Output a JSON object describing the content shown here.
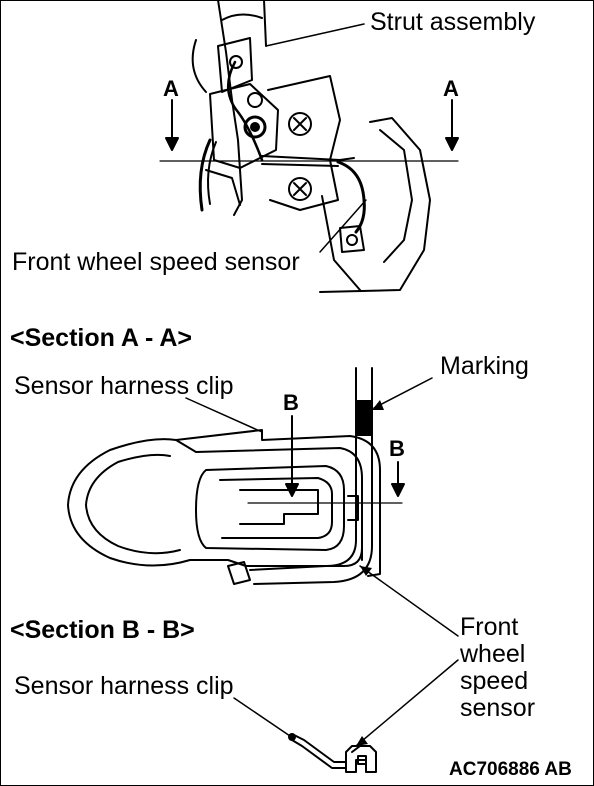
{
  "labels": {
    "strut_assembly": "Strut assembly",
    "front_wheel_speed_sensor_top": "Front wheel speed sensor",
    "section_a_title": "<Section A - A>",
    "sensor_harness_clip_a": "Sensor harness clip",
    "marking": "Marking",
    "section_b_title": "<Section B - B>",
    "sensor_harness_clip_b": "Sensor harness clip",
    "front_wheel_speed_sensor_lines": [
      "Front",
      "wheel",
      "speed",
      "sensor"
    ],
    "diagram_code": "AC706886 AB"
  },
  "section_letters": {
    "a_left": "A",
    "a_right": "A",
    "b_left": "B",
    "b_right": "B"
  }
}
